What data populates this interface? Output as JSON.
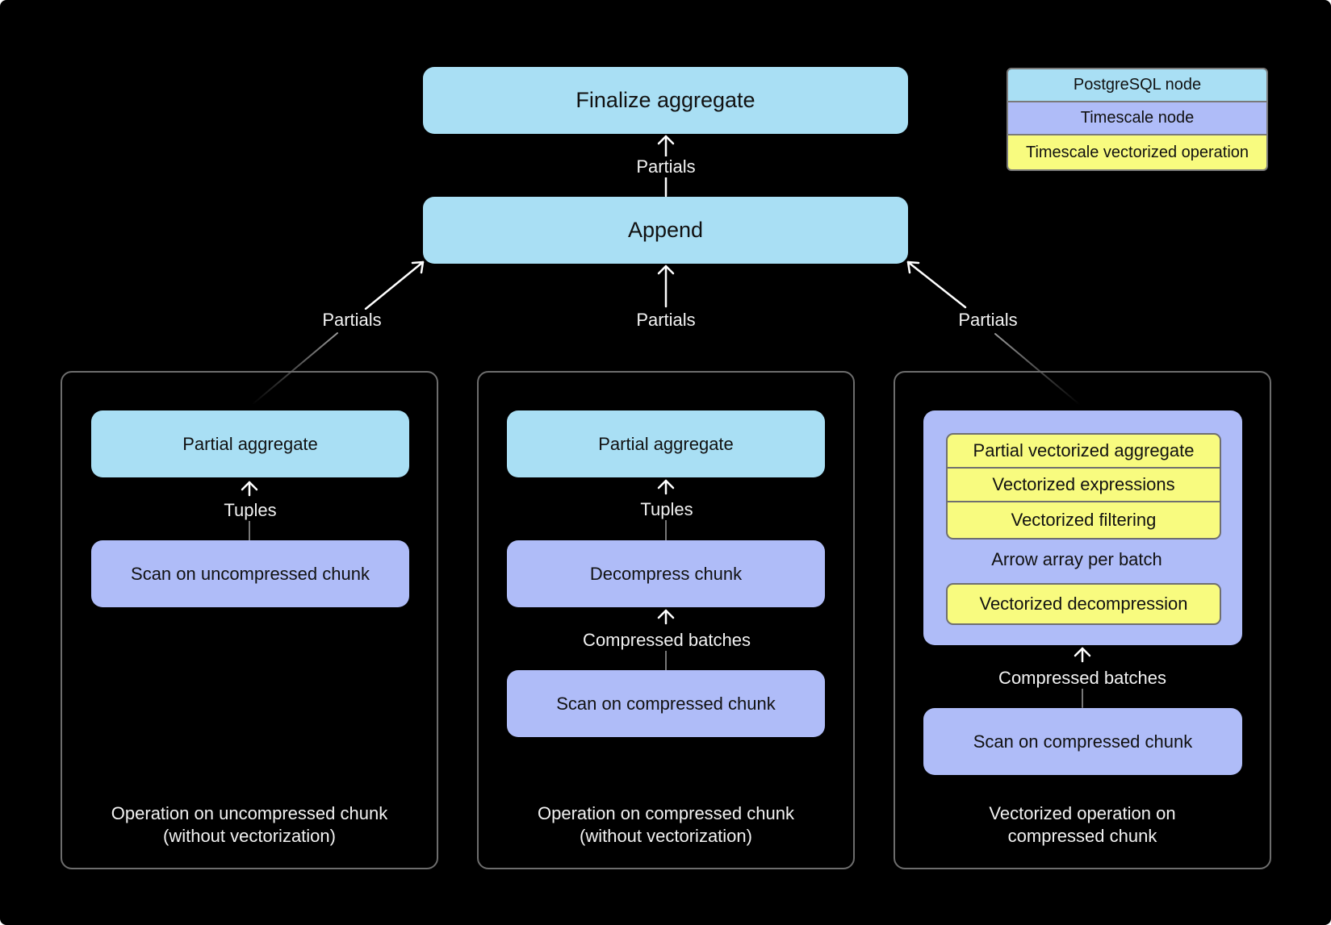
{
  "nodes": {
    "finalize": "Finalize aggregate",
    "append": "Append",
    "left_partial": "Partial aggregate",
    "left_scan": "Scan on uncompressed chunk",
    "mid_partial": "Partial aggregate",
    "mid_decompress": "Decompress chunk",
    "mid_scan": "Scan on compressed chunk",
    "right_ops": [
      "Partial vectorized aggregate",
      "Vectorized expressions",
      "Vectorized filtering"
    ],
    "right_decompress": "Vectorized decompression",
    "right_scan": "Scan on compressed chunk"
  },
  "edges": {
    "finalize_in": "Partials",
    "left_to_append": "Partials",
    "mid_to_append": "Partials",
    "right_to_append": "Partials",
    "left_tuples": "Tuples",
    "mid_tuples": "Tuples",
    "mid_batches": "Compressed batches",
    "right_arrow_array": "Arrow array per batch",
    "right_batches": "Compressed batches"
  },
  "panels": {
    "left": [
      "Operation on uncompressed chunk",
      "(without vectorization)"
    ],
    "mid": [
      "Operation on compressed chunk",
      "(without vectorization)"
    ],
    "right": [
      "Vectorized operation on",
      "compressed chunk"
    ]
  },
  "legend": [
    {
      "label": "PostgreSQL node",
      "color": "#a9dff4"
    },
    {
      "label": "Timescale node",
      "color": "#afbcf8"
    },
    {
      "label": "Timescale vectorized operation",
      "color": "#f8fb7f"
    }
  ],
  "colors": {
    "background": "#000000",
    "postgresql_node": "#a9dff4",
    "timescale_node": "#afbcf8",
    "vectorized_operation": "#f8fb7f",
    "line": "#ffffff",
    "panel_border": "#6d6d6d"
  }
}
